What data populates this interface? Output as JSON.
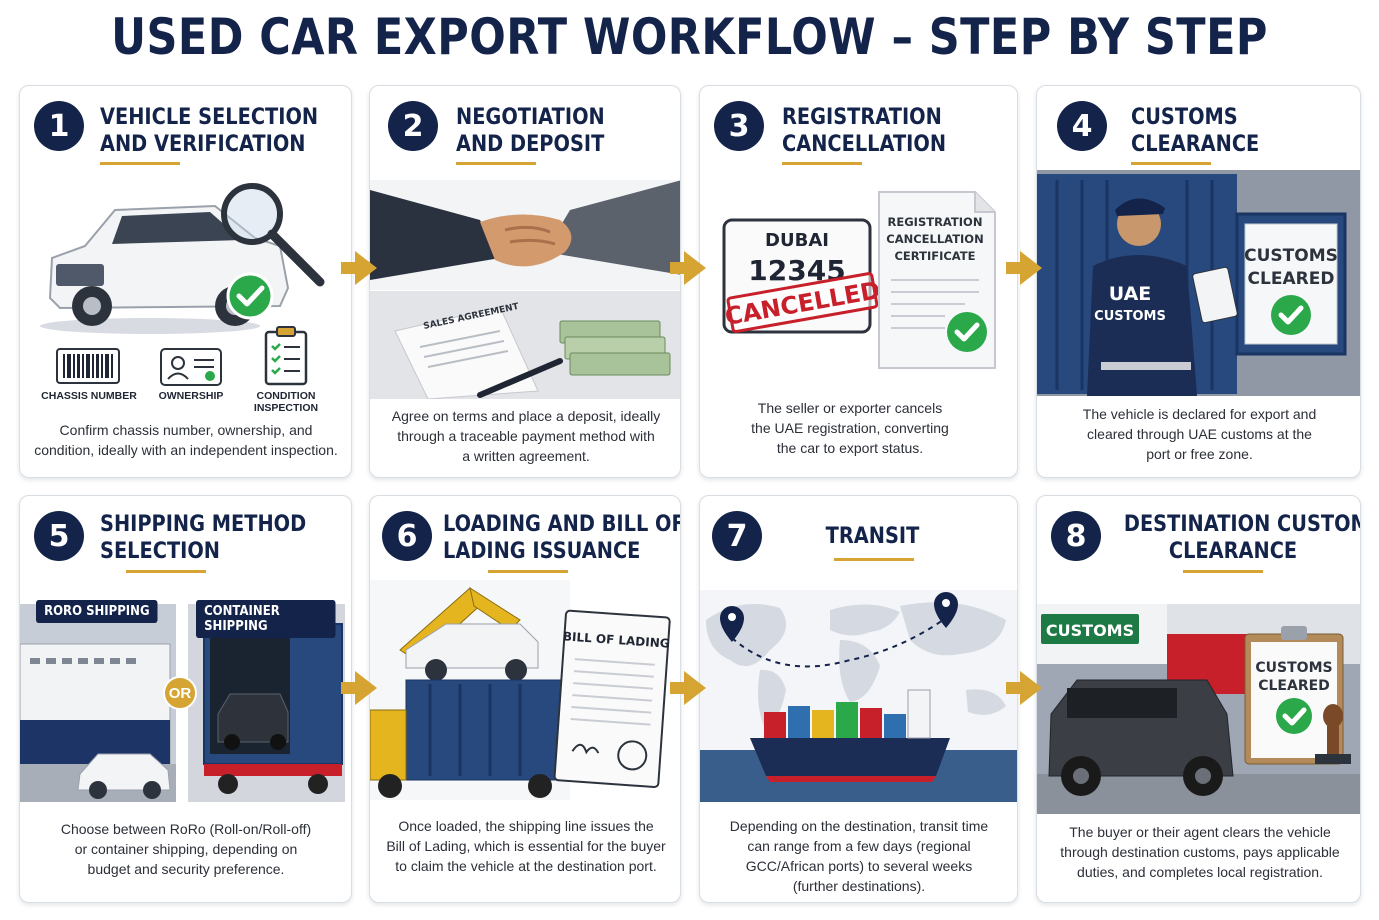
{
  "title": "USED CAR EXPORT WORKFLOW – STEP BY STEP",
  "steps": [
    {
      "number": "1",
      "heading": [
        "VEHICLE SELECTION",
        "AND VERIFICATION"
      ],
      "icon_labels": [
        "CHASSIS NUMBER",
        "OWNERSHIP",
        "CONDITION",
        "INSPECTION"
      ],
      "description": [
        "Confirm chassis number, ownership, and",
        "condition, ideally with an independent inspection."
      ]
    },
    {
      "number": "2",
      "heading": [
        "NEGOTIATION",
        "AND DEPOSIT"
      ],
      "document_label": "SALES AGREEMENT",
      "description": [
        "Agree on terms and place a deposit, ideally",
        "through a traceable payment method with",
        "a written agreement."
      ]
    },
    {
      "number": "3",
      "heading": [
        "REGISTRATION",
        "CANCELLATION"
      ],
      "plate_city": "DUBAI",
      "plate_number": "12345",
      "stamp": "CANCELLED",
      "certificate": [
        "REGISTRATION",
        "CANCELLATION",
        "CERTIFICATE"
      ],
      "description": [
        "The seller or exporter cancels",
        "the UAE registration, converting",
        "the car to export status."
      ]
    },
    {
      "number": "4",
      "heading": [
        "CUSTOMS",
        "CLEARANCE"
      ],
      "vest_text": [
        "UAE",
        "CUSTOMS"
      ],
      "sign": [
        "CUSTOMS",
        "CLEARED"
      ],
      "description": [
        "The vehicle is declared for export and",
        "cleared through UAE customs at the",
        "port or free zone."
      ]
    },
    {
      "number": "5",
      "heading": [
        "SHIPPING METHOD",
        "SELECTION"
      ],
      "option_a": "RORO SHIPPING",
      "option_b": "CONTAINER SHIPPING",
      "or": "OR",
      "description": [
        "Choose between RoRo (Roll-on/Roll-off)",
        "or container shipping, depending on",
        "budget and security preference."
      ]
    },
    {
      "number": "6",
      "heading": [
        "LOADING AND BILL OF",
        "LADING ISSUANCE"
      ],
      "document_label": "BILL OF LADING",
      "description": [
        "Once loaded, the shipping line issues the",
        "Bill of Lading, which is essential for the buyer",
        "to claim the vehicle at the destination port."
      ]
    },
    {
      "number": "7",
      "heading": [
        "TRANSIT"
      ],
      "description": [
        "Depending on the destination, transit time",
        "can range from a few days (regional",
        "GCC/African ports) to several weeks",
        "(further destinations)."
      ]
    },
    {
      "number": "8",
      "heading": [
        "DESTINATION CUSTOMS",
        "CLEARANCE"
      ],
      "building_sign": "CUSTOMS",
      "clipboard": [
        "CUSTOMS",
        "CLEARED"
      ],
      "description": [
        "The buyer or their agent clears the vehicle",
        "through destination customs, pays applicable",
        "duties, and completes local registration."
      ]
    }
  ],
  "colors": {
    "navy": "#13234a",
    "gold": "#d6a432",
    "check_green": "#2aa84a",
    "stamp_red": "#c8202a"
  }
}
